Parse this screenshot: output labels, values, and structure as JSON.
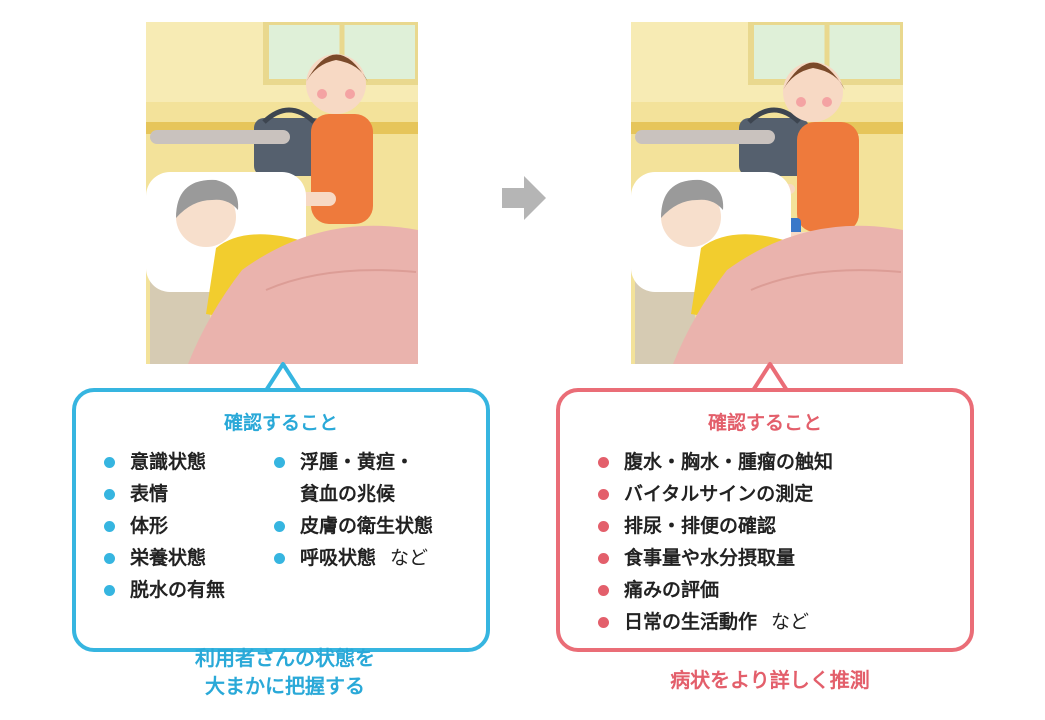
{
  "arrow": {
    "icon": "right-arrow-icon",
    "color": "#b5b5b5"
  },
  "left": {
    "accent": "#36b5e0",
    "title": "確認すること",
    "column1": [
      "意識状態",
      "表情",
      "体形",
      "栄養状態",
      "脱水の有無"
    ],
    "column2": [
      {
        "line1": "浮腫・黄疸・",
        "line2": "貧血の兆候"
      },
      {
        "text": "皮膚の衛生状態"
      },
      {
        "text": "呼吸状態",
        "suffix": "など"
      }
    ],
    "caption_line1": "利用者さんの状態を",
    "caption_line2": "大まかに把握する"
  },
  "right": {
    "accent": "#ea6d77",
    "title": "確認すること",
    "items": [
      {
        "text": "腹水・胸水・腫瘤の触知"
      },
      {
        "text": "バイタルサインの測定"
      },
      {
        "text": "排尿・排便の確認"
      },
      {
        "text": "食事量や水分摂取量"
      },
      {
        "text": "痛みの評価"
      },
      {
        "text": "日常の生活動作",
        "suffix": "など"
      }
    ],
    "caption": "病状をより詳しく推測"
  }
}
